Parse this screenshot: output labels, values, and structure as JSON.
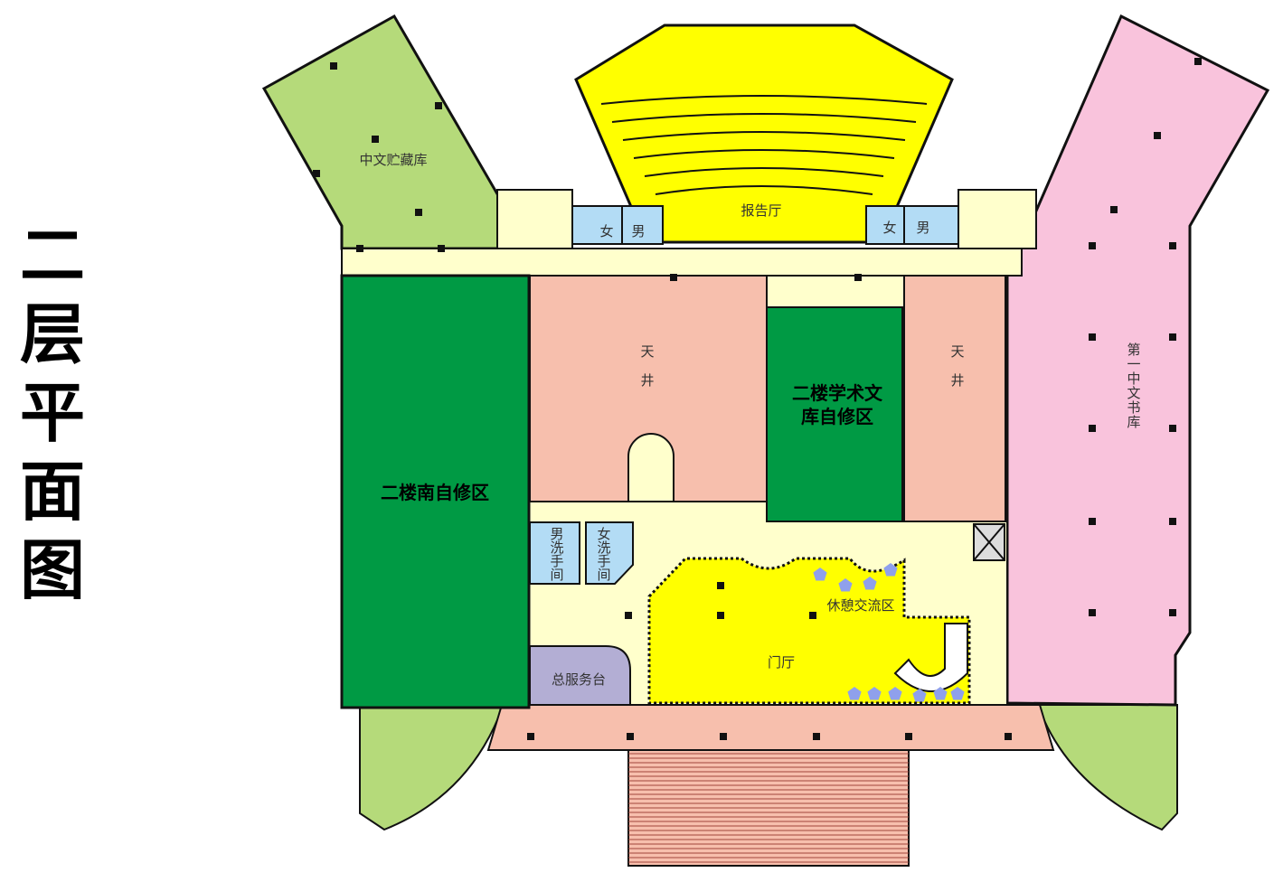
{
  "title": [
    "二",
    "层",
    "平",
    "面",
    "图"
  ],
  "colors": {
    "light_green": "#b5da7a",
    "dark_green": "#009a44",
    "pink": "#f9c3dc",
    "salmon": "#f7bfad",
    "yellow": "#ffff00",
    "cream": "#ffffcc",
    "blue": "#b3dcf5",
    "lavender": "#b3aed4"
  },
  "rooms": {
    "chinese_storage": "中文贮藏库",
    "lecture_hall": "报告厅",
    "female_top_left": "女",
    "male_top_left": "男",
    "female_top_right": "女",
    "male_top_right": "男",
    "south_study": "二楼南自修区",
    "atrium_left": [
      "天",
      "井"
    ],
    "atrium_right": [
      "天",
      "井"
    ],
    "academic_study": [
      "二楼学术文",
      "库自修区"
    ],
    "first_chinese_library": [
      "第",
      "一",
      "中",
      "文",
      "书",
      "库"
    ],
    "male_restroom": [
      "男",
      "洗",
      "手",
      "间"
    ],
    "female_restroom": [
      "女",
      "洗",
      "手",
      "间"
    ],
    "lounge": "休憩交流区",
    "lobby": "门厅",
    "service_desk": "总服务台"
  }
}
